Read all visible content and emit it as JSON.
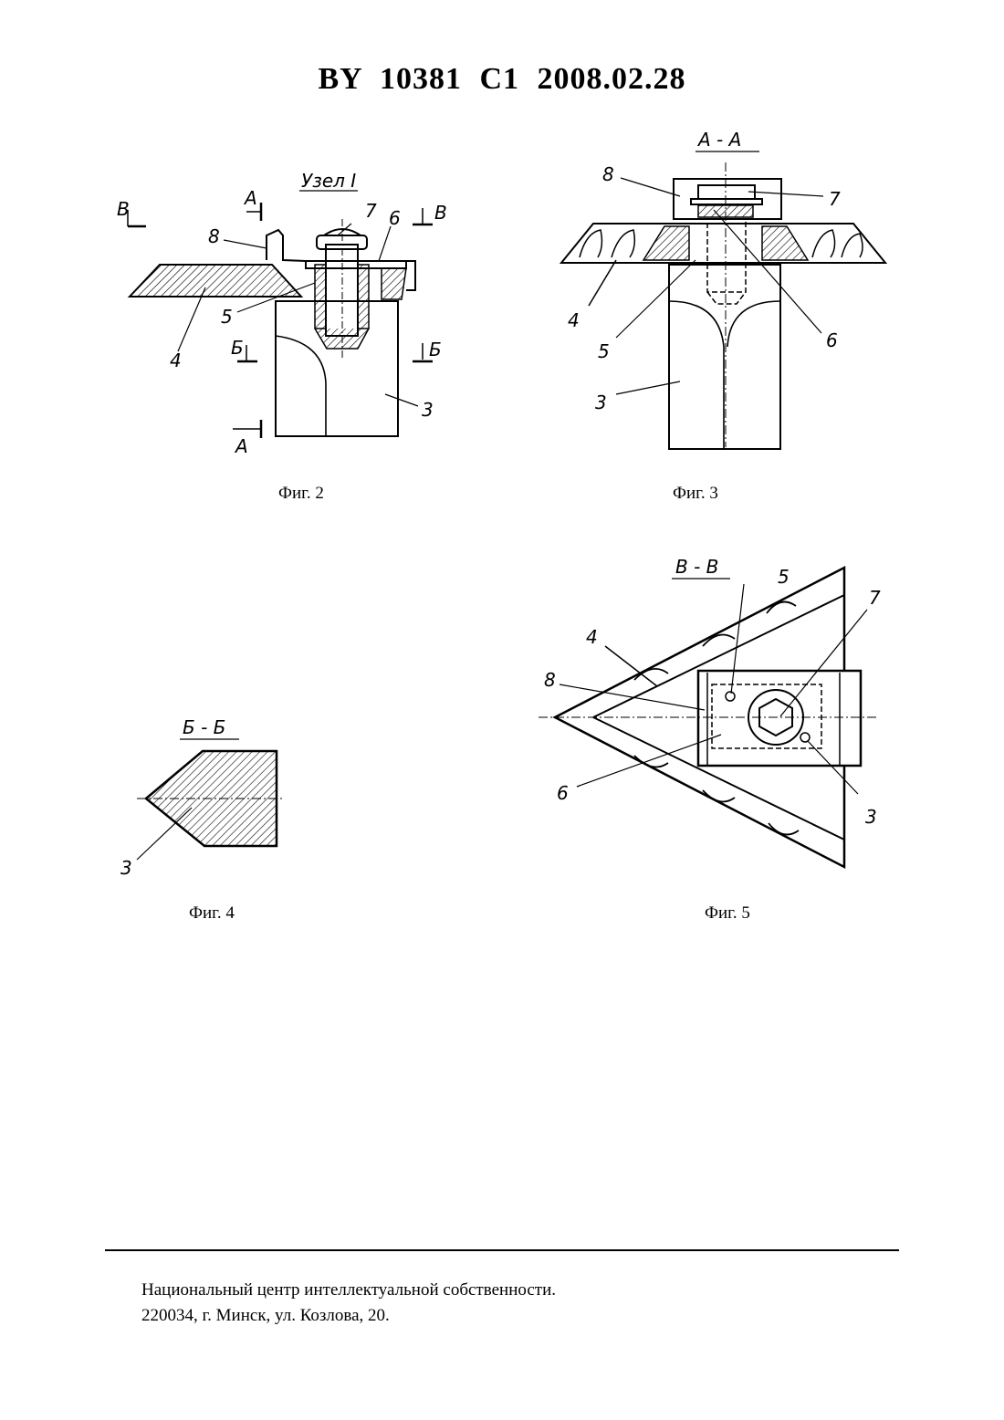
{
  "header": {
    "title": "BY  10381  C1  2008.02.28"
  },
  "figures": {
    "fig2": {
      "caption": "Фиг. 2",
      "view_title": "Узел I",
      "labels": {
        "n3": "3",
        "n4": "4",
        "n5": "5",
        "n6": "6",
        "n7": "7",
        "n8": "8"
      },
      "sections": {
        "a": "А",
        "b": "Б",
        "v": "В"
      }
    },
    "fig3": {
      "caption": "Фиг. 3",
      "view_title": "А - А",
      "labels": {
        "n3": "3",
        "n4": "4",
        "n5": "5",
        "n6": "6",
        "n7": "7",
        "n8": "8"
      }
    },
    "fig4": {
      "caption": "Фиг. 4",
      "view_title": "Б - Б",
      "labels": {
        "n3": "3"
      }
    },
    "fig5": {
      "caption": "Фиг. 5",
      "view_title": "В - В",
      "labels": {
        "n3": "3",
        "n4": "4",
        "n5": "5",
        "n6": "6",
        "n7": "7",
        "n8": "8"
      }
    }
  },
  "footer": {
    "line1": "Национальный центр интеллектуальной собственности.",
    "line2": "220034, г. Минск, ул. Козлова, 20."
  }
}
